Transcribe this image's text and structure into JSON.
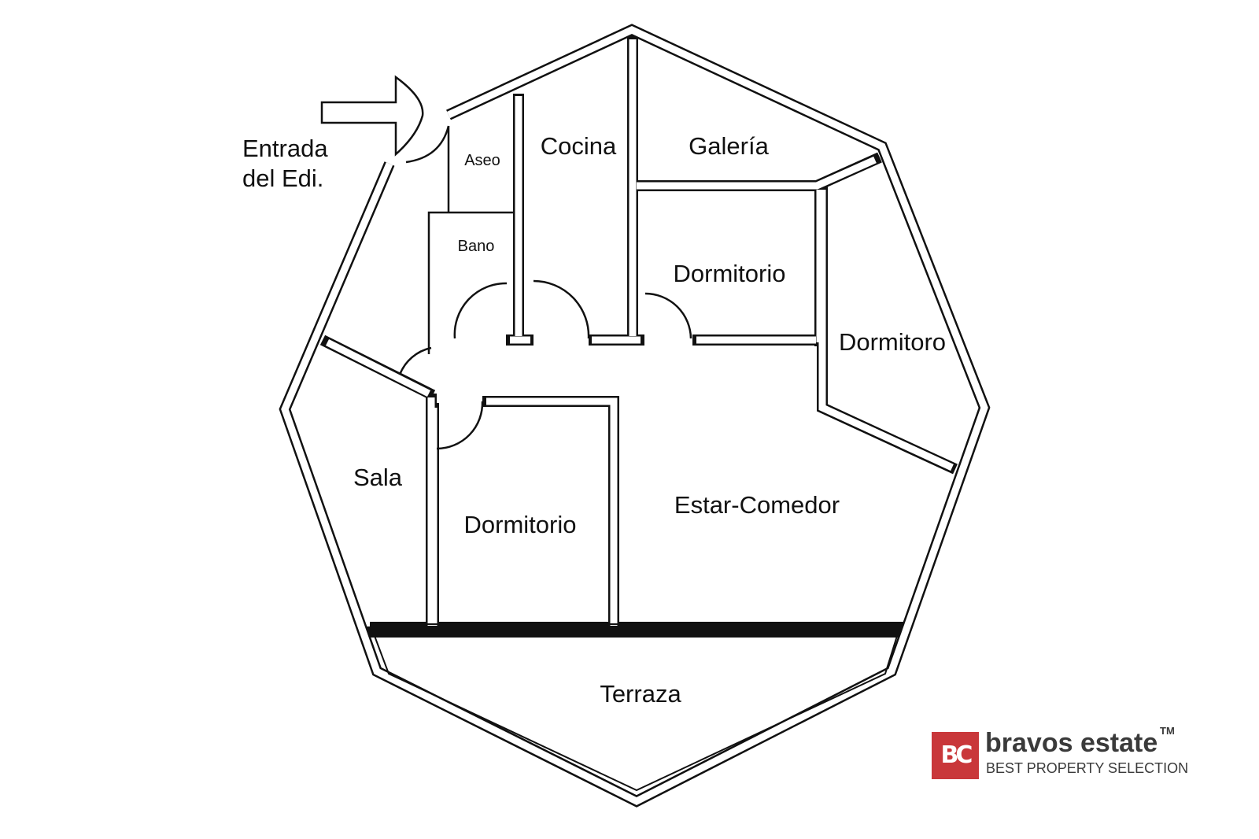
{
  "rooms": {
    "aseo": "Aseo",
    "bano": "Bano",
    "cocina": "Cocina",
    "galeria": "Galería",
    "dormitorio_top": "Dormitorio",
    "dormitoro_right": "Dormitoro",
    "sala": "Sala",
    "dormitorio_bottom": "Dormitorio",
    "estar_comedor": "Estar-Comedor",
    "terraza": "Terraza"
  },
  "entrance": {
    "line1": "Entrada",
    "line2": "del Edi."
  },
  "logo": {
    "mark": "BC",
    "name": "bravos estate",
    "tm": "TM",
    "tagline": "BEST PROPERTY SELECTION",
    "brand_color": "#c9373a"
  }
}
